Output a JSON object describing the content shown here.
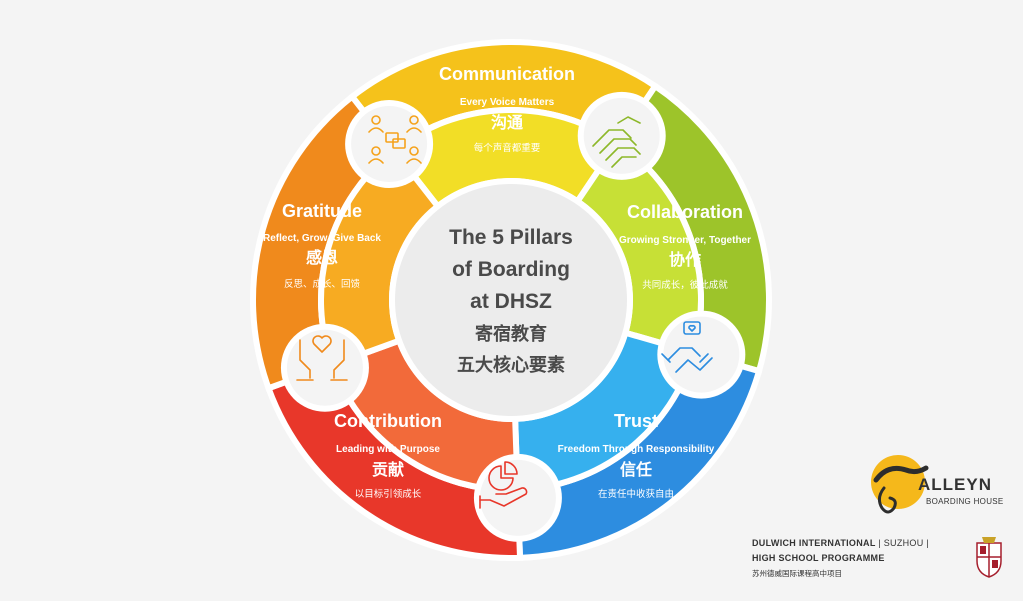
{
  "center": {
    "title_lines": [
      "The 5 Pillars",
      "of Boarding",
      "at DHSZ"
    ],
    "zh_lines": [
      "寄宿教育",
      "五大核心要素"
    ]
  },
  "pillars": [
    {
      "title": "Communication",
      "tagline": "Every Voice Matters",
      "zh": "沟通",
      "zh_sub": "每个声音都重要",
      "color": "#f5c21b",
      "inner_color": "#f2de26",
      "icon": "people-chat-icon"
    },
    {
      "title": "Collaboration",
      "tagline": "Growing Stronger, Together",
      "zh": "协作",
      "zh_sub": "共同成长，彼此成就",
      "color": "#9dc42a",
      "inner_color": "#c7e036",
      "icon": "stacked-hands-icon"
    },
    {
      "title": "Trust",
      "tagline": "Freedom Through Responsibility",
      "zh": "信任",
      "zh_sub": "在责任中收获自由",
      "color": "#2d8de0",
      "inner_color": "#36b0ee",
      "icon": "handshake-heart-icon"
    },
    {
      "title": "Contribution",
      "tagline": "Leading with Purpose",
      "zh": "贡献",
      "zh_sub": "以目标引领成长",
      "color": "#e8372a",
      "inner_color": "#f26a3a",
      "icon": "hand-pie-chart-icon"
    },
    {
      "title": "Gratitude",
      "tagline": "Reflect, Grow, Give Back",
      "zh": "感恩",
      "zh_sub": "反思、成长、回馈",
      "color": "#f08a1c",
      "inner_color": "#f7ab22",
      "icon": "hands-heart-icon"
    }
  ],
  "branding": {
    "house_name": "ALLEYN",
    "house_sub": "BOARDING HOUSE",
    "school_name": "DULWICH INTERNATIONAL",
    "school_city": "SUZHOU",
    "programme": "HIGH SCHOOL PROGRAMME",
    "programme_zh": "苏州德威国际课程高中项目"
  }
}
